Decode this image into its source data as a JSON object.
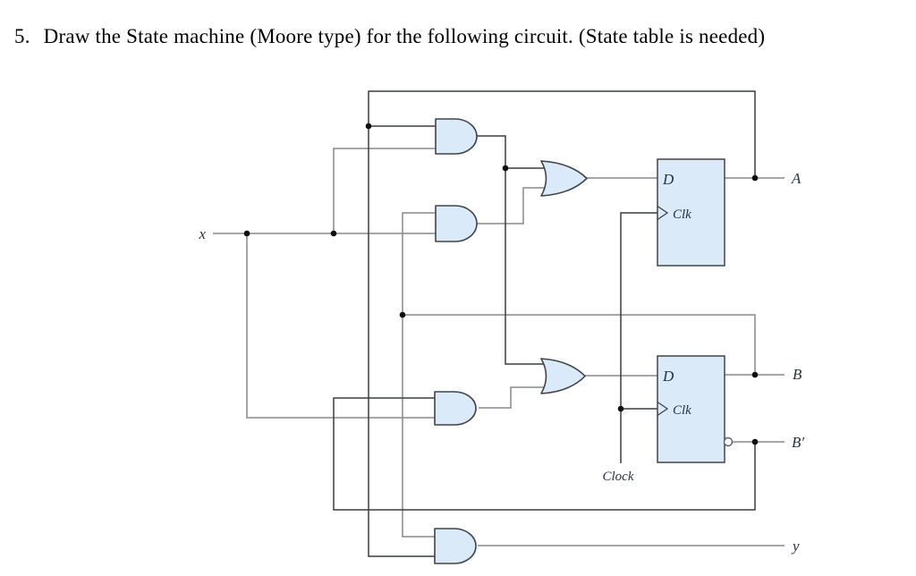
{
  "title": {
    "number": "5.",
    "text": "Draw the State machine (Moore type) for the following circuit. (State table is needed)"
  },
  "labels": {
    "x": "x",
    "a": "A",
    "b": "B",
    "b_not": "B′",
    "y": "y",
    "clock": "Clock"
  },
  "ff1": {
    "d": "D",
    "clk": "Clk"
  },
  "ff2": {
    "d": "D",
    "clk": "Clk"
  },
  "colors": {
    "background": "#ffffff",
    "gate_fill": "#daeaf8",
    "gate_stroke": "#3f444a",
    "wire_gray": "#85898c",
    "wire_dark": "#3a3e42",
    "label_color": "#26323f",
    "junction_color": "#101010",
    "title_color": "#000000"
  }
}
